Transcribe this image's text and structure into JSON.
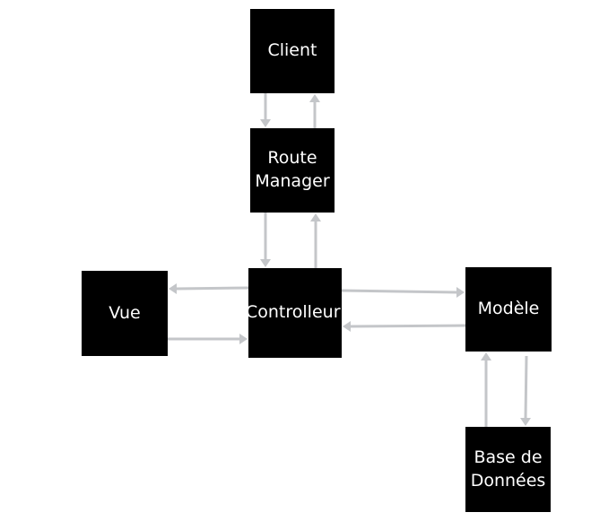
{
  "diagram": {
    "nodes": {
      "client": "Client",
      "route_manager": "Route\nManager",
      "vue": "Vue",
      "controller": "Controlleur",
      "model": "Modèle",
      "database": "Base de\nDonnées"
    },
    "edges": [
      {
        "from": "Client",
        "to": "Route Manager"
      },
      {
        "from": "Route Manager",
        "to": "Client"
      },
      {
        "from": "Route Manager",
        "to": "Controlleur"
      },
      {
        "from": "Controlleur",
        "to": "Route Manager"
      },
      {
        "from": "Controlleur",
        "to": "Vue"
      },
      {
        "from": "Vue",
        "to": "Controlleur"
      },
      {
        "from": "Controlleur",
        "to": "Modèle"
      },
      {
        "from": "Modèle",
        "to": "Controlleur"
      },
      {
        "from": "Modèle",
        "to": "Base de Données"
      },
      {
        "from": "Base de Données",
        "to": "Modèle"
      }
    ],
    "colors": {
      "node_fill": "#000000",
      "node_text": "#ffffff",
      "arrow": "#c4c6c9",
      "background": "#ffffff"
    }
  }
}
